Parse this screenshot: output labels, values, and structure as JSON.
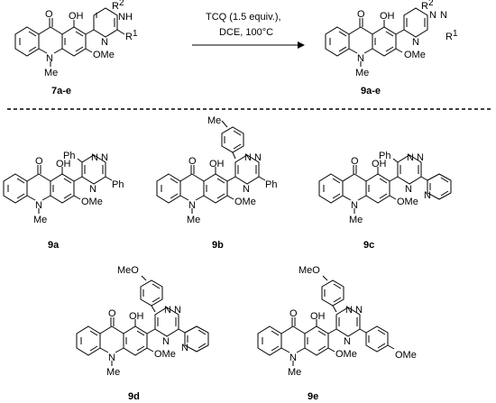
{
  "reaction": {
    "reagents": "TCQ (1.5 equiv.),",
    "conditions": "DCE, 100°C",
    "reactant_label": "7a-e",
    "product_label": "9a-e"
  },
  "atoms": {
    "oh": "OH",
    "ome": "OMe",
    "n": "N",
    "me": "Me",
    "o": "O",
    "ph": "Ph",
    "h": "H",
    "r1": "R",
    "r2": "R",
    "sup1": "1",
    "sup2": "2",
    "meo": "MeO"
  },
  "compounds": [
    {
      "label": "9a"
    },
    {
      "label": "9b"
    },
    {
      "label": "9c"
    },
    {
      "label": "9d"
    },
    {
      "label": "9e"
    }
  ]
}
